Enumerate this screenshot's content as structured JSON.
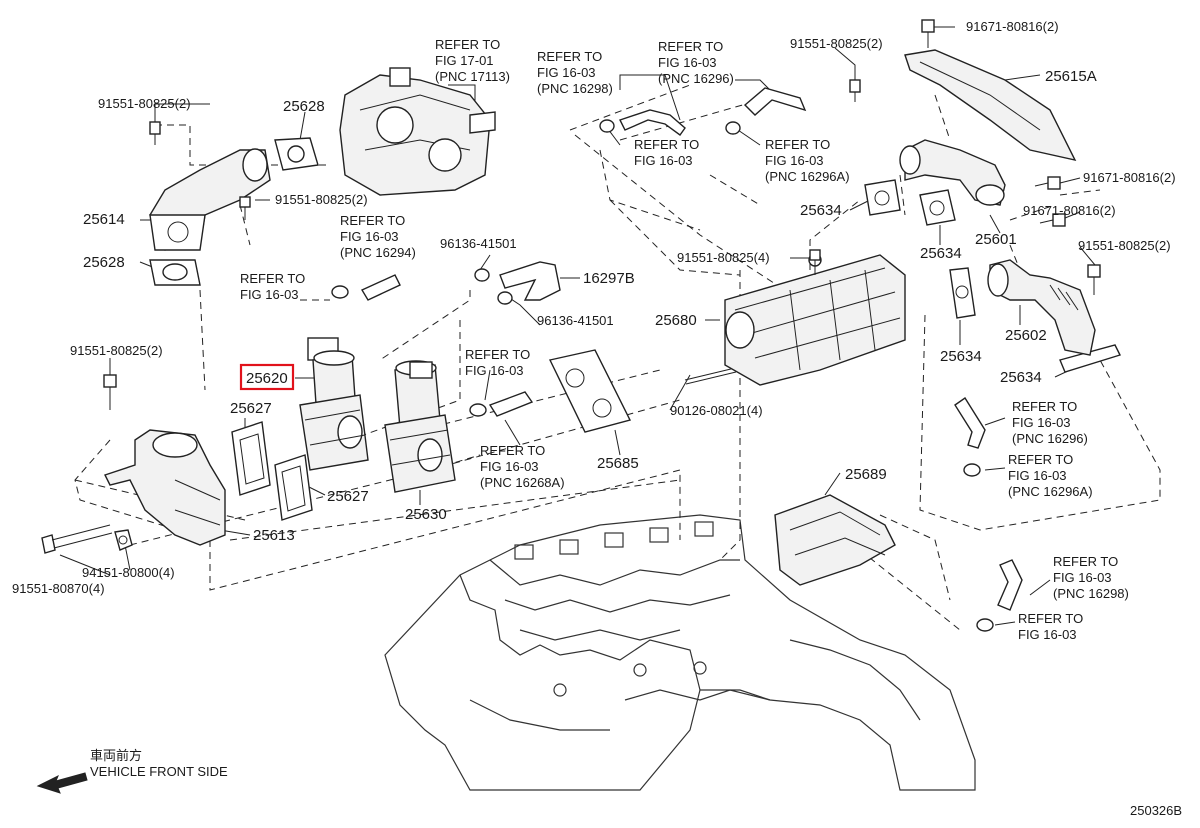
{
  "diagram": {
    "highlighted_part": "25620",
    "highlight_color": "#e1121b",
    "labels": {
      "refer_fig17": [
        "REFER TO",
        "FIG 17-01",
        "(PNC 17113)"
      ],
      "refer_16298_top": [
        "REFER TO",
        "FIG 16-03",
        "(PNC 16298)"
      ],
      "refer_16296_top": [
        "REFER TO",
        "FIG 16-03",
        "(PNC 16296)"
      ],
      "refer_1603_a": [
        "REFER TO",
        "FIG 16-03"
      ],
      "refer_16296A_top": [
        "REFER TO",
        "FIG 16-03",
        "(PNC 16296A)"
      ],
      "refer_16294": [
        "REFER TO",
        "FIG 16-03",
        "(PNC 16294)"
      ],
      "refer_1603_b": [
        "REFER TO",
        "FIG 16-03"
      ],
      "refer_1603_c": [
        "REFER TO",
        "FIG 16-03"
      ],
      "refer_16268A": [
        "REFER TO",
        "FIG 16-03",
        "(PNC 16268A)"
      ],
      "refer_16296_right": [
        "REFER TO",
        "FIG 16-03",
        "(PNC 16296)"
      ],
      "refer_16296A_right": [
        "REFER TO",
        "FIG 16-03",
        "(PNC 16296A)"
      ],
      "refer_16298_right": [
        "REFER TO",
        "FIG 16-03",
        "(PNC 16298)"
      ],
      "refer_1603_d": [
        "REFER TO",
        "FIG 16-03"
      ]
    },
    "bolts": {
      "b1": "91551-80825(2)",
      "b2": "91551-80825(2)",
      "b3": "91551-80825(2)",
      "b4": "91551-80825(2)",
      "b5": "91551-80825(4)",
      "b6": "91551-80825(2)",
      "b7": "91671-80816(2)",
      "b8": "91671-80816(2)",
      "b9": "91671-80816(2)",
      "b10": "91551-80870(4)",
      "b11": "94151-80800(4)",
      "b12": "96136-41501",
      "b13": "96136-41501",
      "b14": "90126-08021(4)"
    },
    "pncs": {
      "p25628a": "25628",
      "p25614": "25614",
      "p25628b": "25628",
      "p25620": "25620",
      "p25627a": "25627",
      "p25627b": "25627",
      "p25613": "25613",
      "p25630": "25630",
      "p16297B": "16297B",
      "p25680": "25680",
      "p25685": "25685",
      "p25689": "25689",
      "p25615A": "25615A",
      "p25634a": "25634",
      "p25634b": "25634",
      "p25601": "25601",
      "p25634c": "25634",
      "p25602": "25602",
      "p25634d": "25634"
    },
    "front_side_jp": "車両前方",
    "front_side_en": "VEHICLE FRONT SIDE",
    "diagram_code": "250326B"
  }
}
